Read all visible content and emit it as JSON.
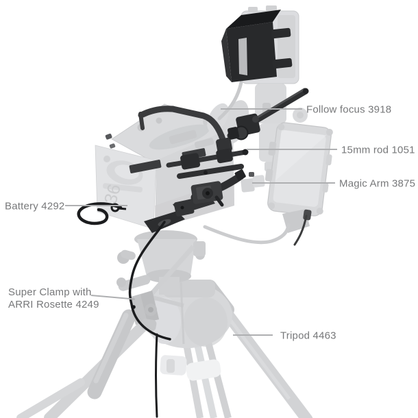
{
  "annotations": [
    {
      "id": "follow-focus",
      "label": "Follow focus 3918"
    },
    {
      "id": "rod-15mm",
      "label": "15mm rod 1051"
    },
    {
      "id": "magic-arm",
      "label": "Magic Arm 3875"
    },
    {
      "id": "battery",
      "label": "Battery 4292"
    },
    {
      "id": "super-clamp",
      "label": "Super Clamp with ARRI Rosette 4249"
    },
    {
      "id": "tripod",
      "label": "Tripod 4463"
    }
  ],
  "illustration": {
    "camera_marking": "36"
  },
  "colors": {
    "background": "#ffffff",
    "label_text": "#77787a",
    "leader_line": "#aeafb1",
    "highlighted_parts": "#2b2c2e",
    "faded_parts": "#d6d7d9"
  }
}
